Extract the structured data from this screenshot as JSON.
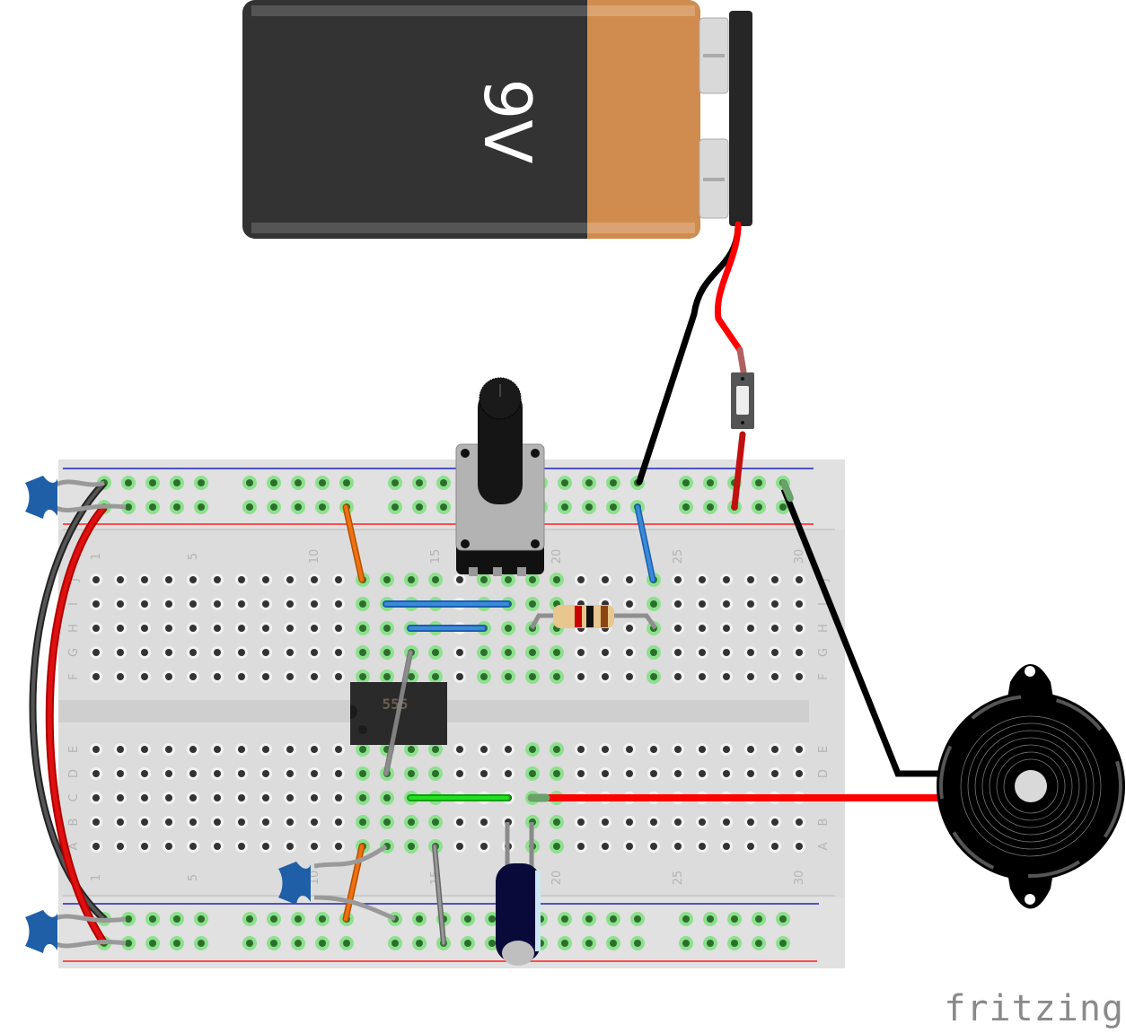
{
  "app": {
    "watermark": "fritzing"
  },
  "battery": {
    "label": "9V",
    "body_color": "#333333",
    "cap_color": "#d08c4e"
  },
  "chip": {
    "label": "555",
    "color": "#2a2a2a"
  },
  "breadboard": {
    "columns": 30,
    "column_labels": [
      "1",
      "5",
      "10",
      "15",
      "20",
      "25",
      "30"
    ],
    "rows_top": [
      "J",
      "I",
      "H",
      "G",
      "F"
    ],
    "rows_bottom": [
      "E",
      "D",
      "C",
      "B",
      "A"
    ],
    "body_color": "#dcdcdc",
    "rail_positive_color": "#ff2020",
    "rail_negative_color": "#2020cc",
    "hole_color": "#333333",
    "active_hole_color": "#2c6e2c",
    "active_glow_color": "#8de08d"
  },
  "components": {
    "potentiometer": "rotary-potentiometer",
    "resistor": {
      "bands": [
        "#c80000",
        "#111111",
        "#8b4513"
      ]
    },
    "electrolytic_capacitor": "electrolytic-capacitor",
    "ceramic_capacitors": 3,
    "switch": "pushbutton-switch",
    "buzzer": "piezo-buzzer"
  },
  "wires": {
    "colors": {
      "red": "#ff0000",
      "black": "#000000",
      "orange": "#f07010",
      "blue": "#3a8ad8",
      "green": "#22cc22",
      "gray": "#8a8a8a"
    }
  }
}
